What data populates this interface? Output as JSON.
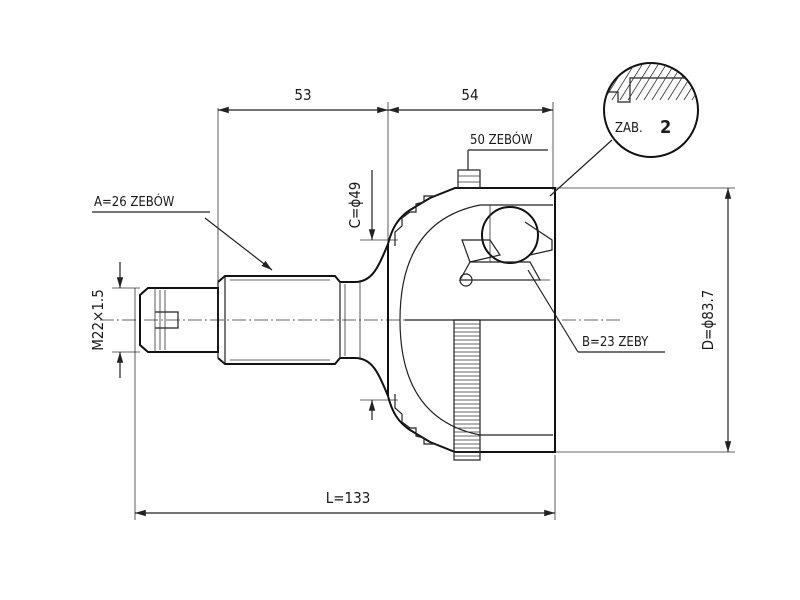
{
  "dimensions": {
    "top_left": "53",
    "top_right": "54",
    "length": "L=133",
    "outer_diameter": "D=ϕ83.7",
    "seal_diameter": "C=ϕ49",
    "thread": "M22×1.5"
  },
  "callouts": {
    "abs_teeth": "50 ZEBÓW",
    "spline_a": "A=26 ZEBÓW",
    "spline_b": "B=23 ZEBY",
    "detail": "ZAB.",
    "detail_num": "2"
  }
}
